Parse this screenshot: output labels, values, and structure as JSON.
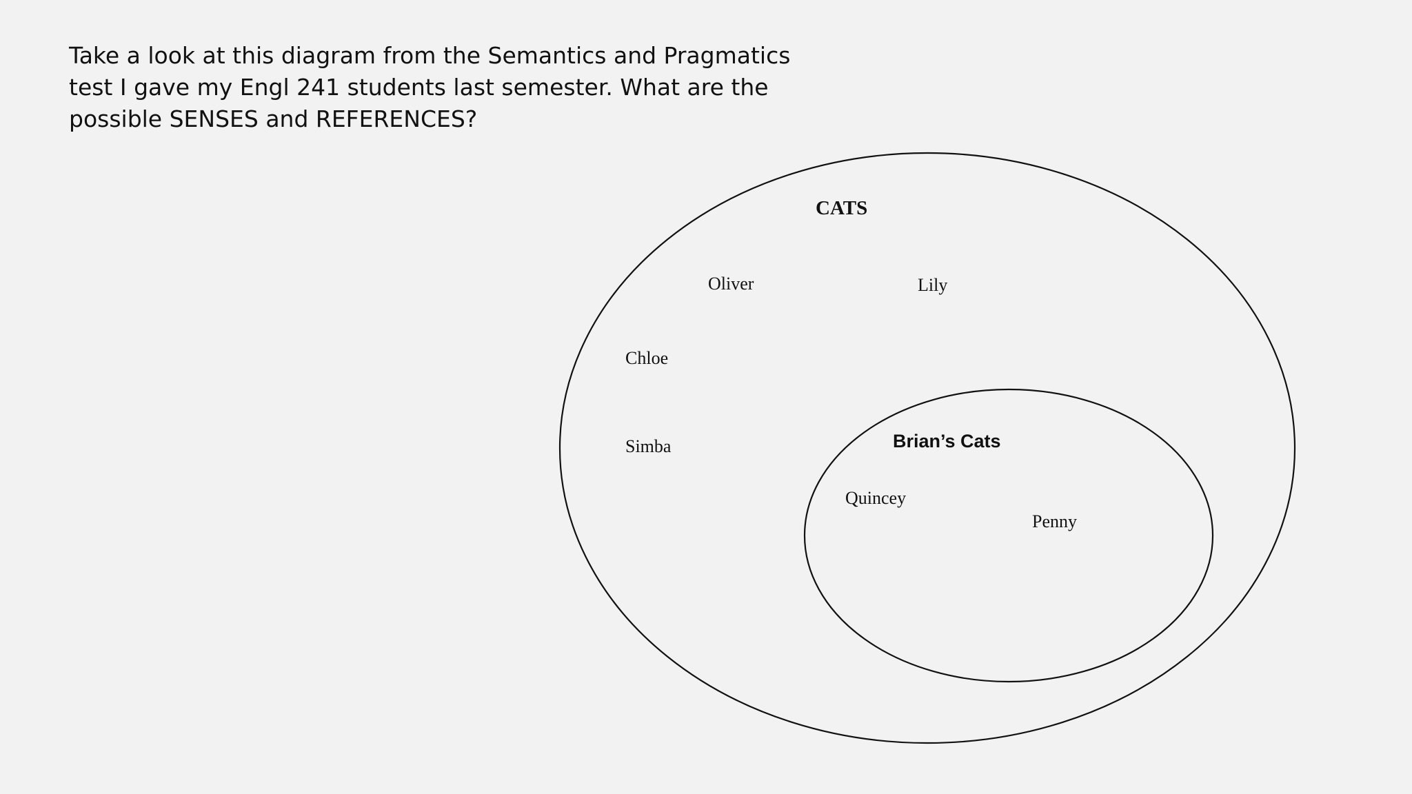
{
  "question": {
    "lines": [
      "Take a look at this diagram from the Semantics and Pragmatics",
      "test I gave my Engl 241 students last semester. What are the",
      "possible SENSES and REFERENCES?"
    ]
  },
  "diagram": {
    "outer_set": {
      "title": "CATS",
      "members": [
        "Oliver",
        "Lily",
        "Chloe",
        "Simba"
      ]
    },
    "inner_set": {
      "title": "Brian’s Cats",
      "members": [
        "Quincey",
        "Penny"
      ]
    }
  }
}
